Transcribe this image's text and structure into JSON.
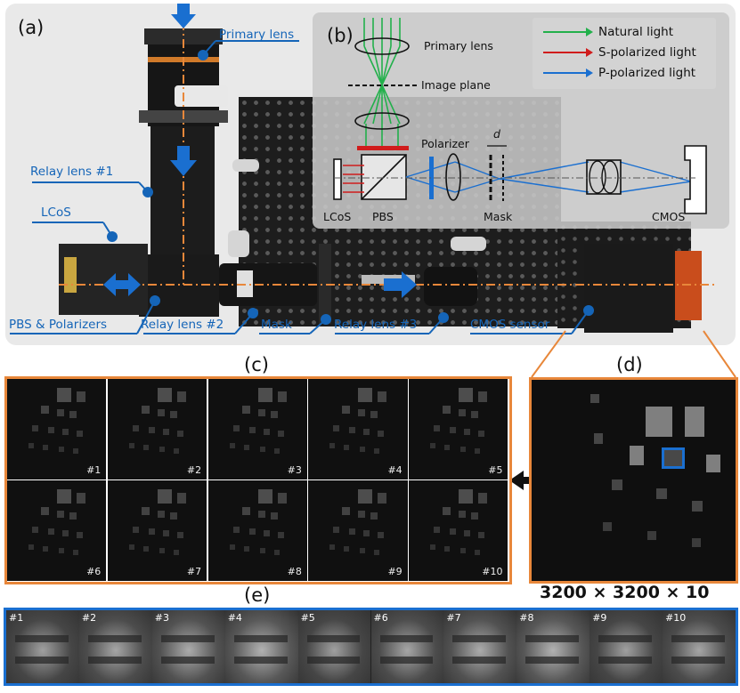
{
  "panels": {
    "a": "(a)",
    "b": "(b)",
    "c": "(c)",
    "d": "(d)",
    "e": "(e)"
  },
  "photo_callouts": [
    "Primary lens",
    "Relay lens #1",
    "LCoS",
    "PBS & Polarizers",
    "Relay lens #2",
    "Mask",
    "Relay lens #3",
    "CMOS sensor"
  ],
  "schematic": {
    "primary_lens": "Primary lens",
    "image_plane": "Image plane",
    "polarizer": "Polarizer",
    "d_label": "d",
    "bottom_labels": [
      "LCoS",
      "PBS",
      "Mask",
      "CMOS"
    ]
  },
  "legend": [
    {
      "label": "Natural light",
      "color": "#22b04b"
    },
    {
      "label": "S-polarized light",
      "color": "#d01c1c"
    },
    {
      "label": "P-polarized light",
      "color": "#1a6fd0"
    }
  ],
  "grid_c_numbers": [
    "#1",
    "#2",
    "#3",
    "#4",
    "#5",
    "#6",
    "#7",
    "#8",
    "#9",
    "#10"
  ],
  "resolution": "3200 × 3200 × 10",
  "strip_e_numbers": [
    "#1",
    "#2",
    "#3",
    "#4",
    "#5",
    "#6",
    "#7",
    "#8",
    "#9",
    "#10"
  ],
  "colors": {
    "accent_blue": "#1565b8",
    "accent_orange": "#e8873a"
  }
}
